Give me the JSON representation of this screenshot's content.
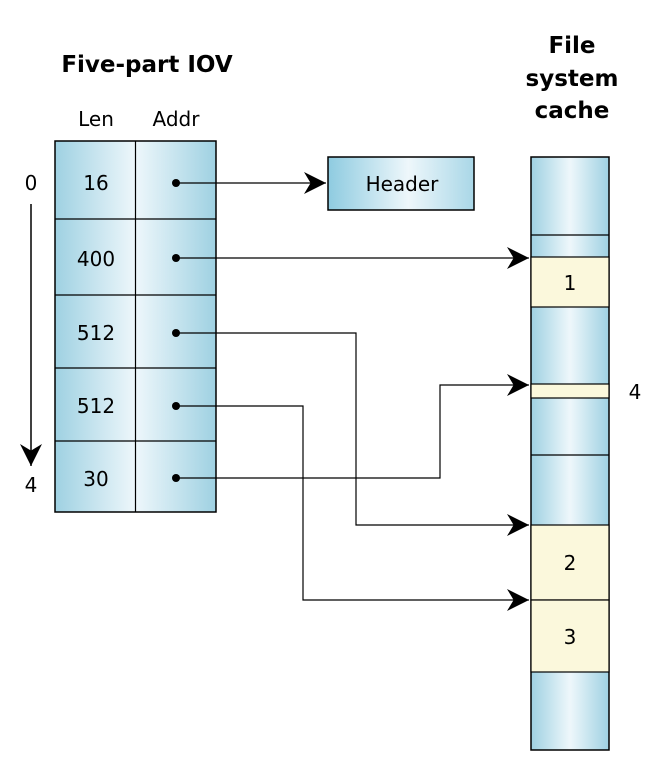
{
  "iov": {
    "title": "Five-part IOV",
    "col_len": "Len",
    "col_addr": "Addr",
    "rows": [
      {
        "len": "16"
      },
      {
        "len": "400"
      },
      {
        "len": "512"
      },
      {
        "len": "512"
      },
      {
        "len": "30"
      }
    ],
    "index_start": "0",
    "index_end": "4"
  },
  "header_box": {
    "label": "Header"
  },
  "cache": {
    "title_line1": "File",
    "title_line2": "system",
    "title_line3": "cache",
    "blocks": [
      {
        "label": "1"
      },
      {
        "label": "2"
      },
      {
        "label": "3"
      }
    ],
    "marker_label": "4"
  },
  "colors": {
    "gradient_edge": "#9fd1e2",
    "gradient_mid": "#eef7fb",
    "block_fill": "#fbf8dc",
    "line": "#000000"
  }
}
